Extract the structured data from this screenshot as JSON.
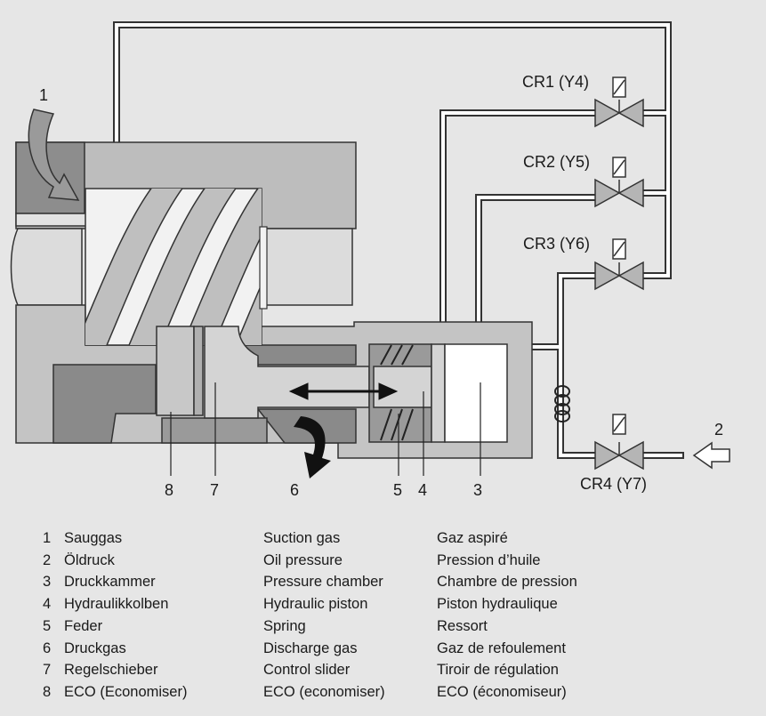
{
  "diagram": {
    "valve_labels": [
      "CR1 (Y4)",
      "CR2 (Y5)",
      "CR3 (Y6)",
      "CR4 (Y7)"
    ],
    "callouts": [
      "1",
      "2",
      "3",
      "4",
      "5",
      "6",
      "7",
      "8"
    ]
  },
  "legend": {
    "numbers": [
      "1",
      "2",
      "3",
      "4",
      "5",
      "6",
      "7",
      "8"
    ],
    "german": [
      "Sauggas",
      "Öldruck",
      "Druckkammer",
      "Hydraulikkolben",
      "Feder",
      "Druckgas",
      "Regelschieber",
      "ECO (Economiser)"
    ],
    "english": [
      "Suction gas",
      "Oil pressure",
      "Pressure chamber",
      "Hydraulic piston",
      "Spring",
      "Discharge gas",
      "Control slider",
      "ECO (economiser)"
    ],
    "french": [
      "Gaz aspiré",
      "Pression d’huile",
      "Chambre de pression",
      "Piston hydraulique",
      "Ressort",
      "Gaz de refoulement",
      "Tiroir de régulation",
      "ECO (économiseur)"
    ]
  }
}
